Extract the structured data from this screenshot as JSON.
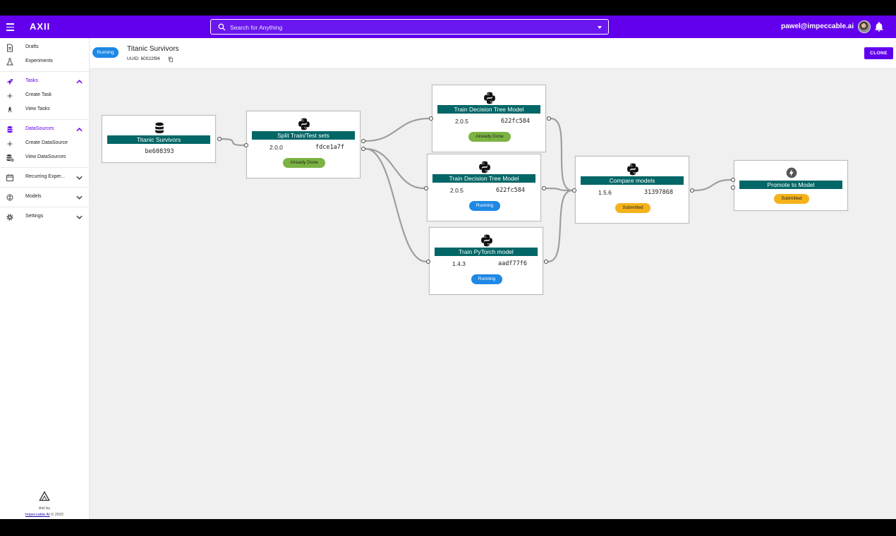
{
  "app": {
    "logo": "AXII",
    "search_placeholder": "Search for Anything",
    "user_email": "pawel@impeccable.ai"
  },
  "colors": {
    "brand": "#6200ee",
    "node_title": "#006666",
    "status_done": "#7cb342",
    "status_running": "#1e88e5",
    "status_submitted": "#f5b21b"
  },
  "sidebar": {
    "items": [
      {
        "label": "Drafts",
        "icon": "drafts-icon"
      },
      {
        "label": "Experiments",
        "icon": "flask-icon"
      },
      {
        "label": "Tasks",
        "icon": "rocket-icon",
        "expanded": true
      },
      {
        "label": "Create Task",
        "icon": "plus-icon"
      },
      {
        "label": "View Tasks",
        "icon": "rocket-small-icon"
      },
      {
        "label": "DataSources",
        "icon": "database-icon",
        "expanded": true
      },
      {
        "label": "Create DataSource",
        "icon": "plus-icon"
      },
      {
        "label": "View DataSources",
        "icon": "database-settings-icon"
      },
      {
        "label": "Recurring Exper...",
        "icon": "calendar-icon",
        "expanded": false
      },
      {
        "label": "Models",
        "icon": "brain-icon",
        "expanded": false
      },
      {
        "label": "Settings",
        "icon": "gear-icon",
        "expanded": false
      }
    ],
    "footer_by": "Axii by",
    "footer_link": "Impeccable.AI",
    "footer_copy": " © 2022"
  },
  "header": {
    "status": "Running",
    "title": "Titanic Survivors",
    "uuid": "UUID: 60022f94",
    "clone_label": "CLONE"
  },
  "graph": {
    "nodes": [
      {
        "id": "n1",
        "type": "datasource",
        "title": "Titanic Survivors",
        "hash": "be608393"
      },
      {
        "id": "n2",
        "type": "python",
        "title": "Split Train/Test sets",
        "version": "2.0.0",
        "hash": "fdce1a7f",
        "status": "Already Done"
      },
      {
        "id": "n3",
        "type": "python",
        "title": "Train Decision Tree Model",
        "version": "2.0.5",
        "hash": "622fc584",
        "status": "Already Done"
      },
      {
        "id": "n4",
        "type": "python",
        "title": "Train Decision Tree Model",
        "version": "2.0.5",
        "hash": "622fc584",
        "status": "Running"
      },
      {
        "id": "n5",
        "type": "python",
        "title": "Train PyTorch model",
        "version": "1.4.3",
        "hash": "aadf77f6",
        "status": "Running"
      },
      {
        "id": "n6",
        "type": "python",
        "title": "Compare models",
        "version": "1.5.6",
        "hash": "31397868",
        "status": "Submitted"
      },
      {
        "id": "n7",
        "type": "trigger",
        "title": "Promote to Model",
        "status": "Submitted"
      }
    ],
    "edges": [
      [
        "n1",
        "n2"
      ],
      [
        "n2",
        "n3"
      ],
      [
        "n2",
        "n4"
      ],
      [
        "n2",
        "n5"
      ],
      [
        "n3",
        "n6"
      ],
      [
        "n4",
        "n6"
      ],
      [
        "n5",
        "n6"
      ],
      [
        "n6",
        "n7"
      ]
    ]
  }
}
